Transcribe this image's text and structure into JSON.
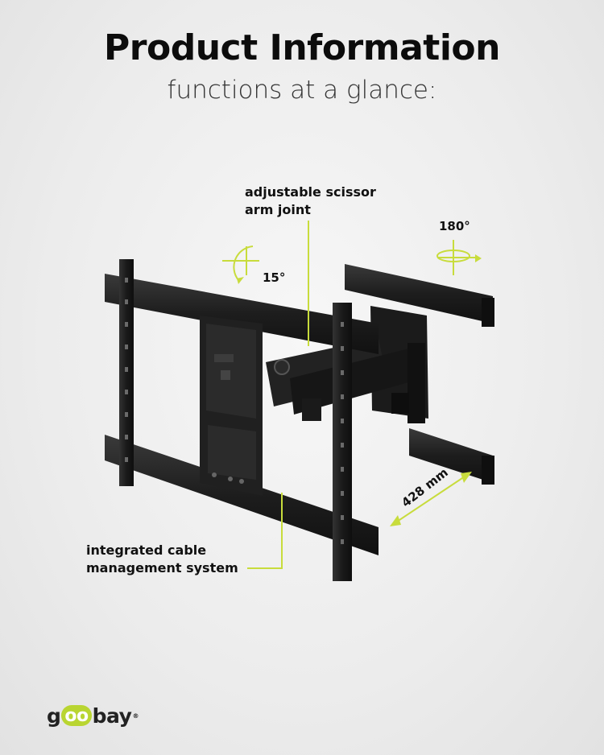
{
  "header": {
    "title": "Product Information",
    "subtitle": "functions at a glance:"
  },
  "callouts": {
    "scissor_line1": "adjustable scissor",
    "scissor_line2": "arm joint",
    "cable_line1": "integrated cable",
    "cable_line2": "management system",
    "tilt": "15°",
    "swivel": "180°",
    "extension": "428 mm"
  },
  "brand": {
    "logo_text_g": "g",
    "logo_text_oo": "oo",
    "logo_text_bay": "bay",
    "logo_mark": "®"
  },
  "colors": {
    "accent": "#c8dc3c",
    "metal": "#1c1c1c",
    "background": "#ececec"
  },
  "icons": [
    "tilt-rotation-icon",
    "swivel-rotation-icon",
    "extension-arrow-icon"
  ]
}
